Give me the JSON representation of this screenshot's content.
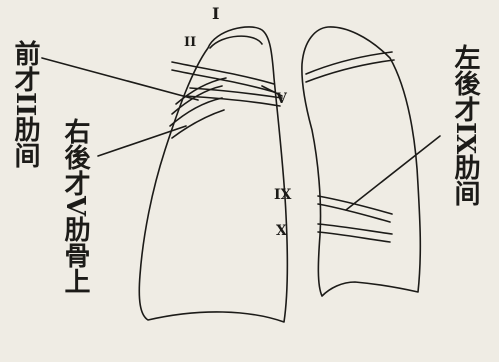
{
  "labels": {
    "anterior_rib_left": "前才II肋间",
    "posterior_rib_right_lung": "右後才V肋骨上",
    "posterior_rib_left_lung": "左後才IX肋间"
  },
  "rib_numerals": {
    "top": "I",
    "second": "II",
    "fifth": "V",
    "ninth": "IX",
    "tenth": "X"
  }
}
